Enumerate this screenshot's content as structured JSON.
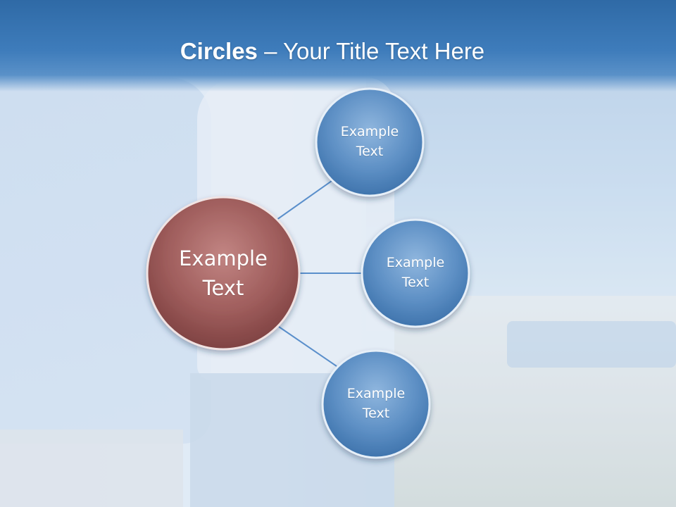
{
  "title": {
    "bold": "Circles",
    "rest": " – Your Title Text Here"
  },
  "center_node": {
    "line1": "Example",
    "line2": "Text",
    "color": "#a05a5a"
  },
  "satellites": [
    {
      "line1": "Example",
      "line2": "Text"
    },
    {
      "line1": "Example",
      "line2": "Text"
    },
    {
      "line1": "Example",
      "line2": "Text"
    }
  ],
  "colors": {
    "satellite": "#5b8fc4",
    "connector": "#5a8fcb",
    "title_bar": "#3e7cbb"
  }
}
